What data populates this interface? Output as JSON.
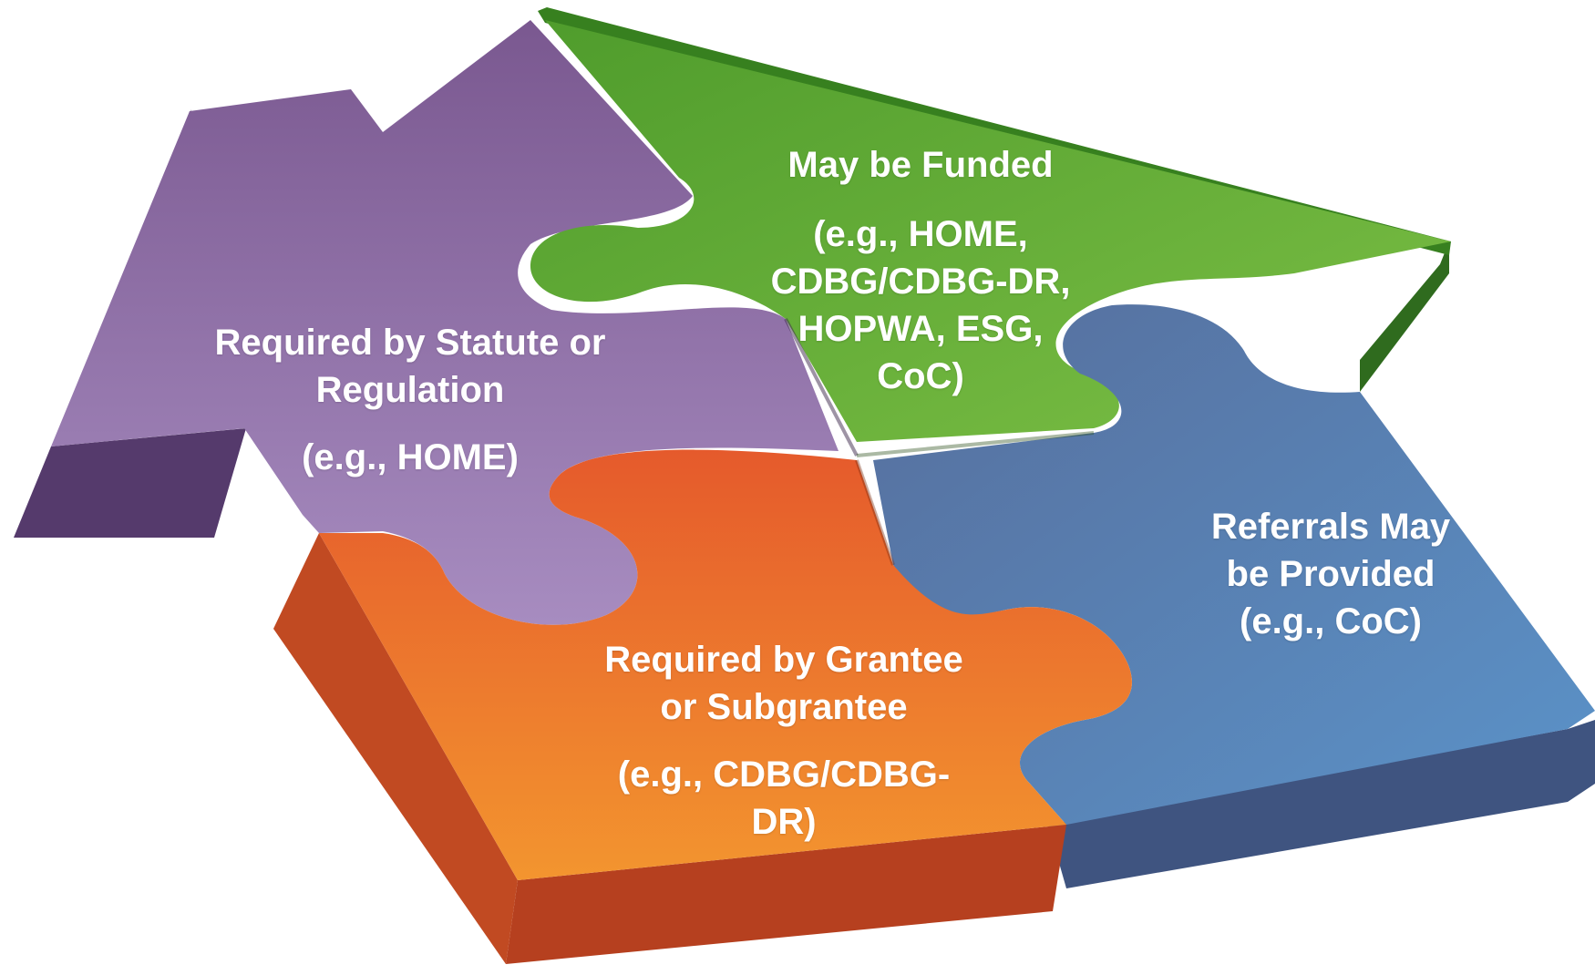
{
  "colors": {
    "purple": "#8a6aa6",
    "green": "#5aaa35",
    "orange": "#e8702f",
    "blue": "#5a7fb4",
    "text": "#ffffff"
  },
  "pieces": {
    "statute": {
      "heading": "Required by Statute or\nRegulation",
      "example": "(e.g., HOME)"
    },
    "funded": {
      "heading": "May be Funded",
      "example": "(e.g., HOME,\nCDBG/CDBG-DR,\nHOPWA, ESG,\nCoC)"
    },
    "grantee": {
      "heading": "Required by Grantee\nor Subgrantee",
      "example": "(e.g., CDBG/CDBG-\nDR)"
    },
    "referrals": {
      "heading": "Referrals  May\nbe Provided",
      "example": "(e.g., CoC)"
    }
  }
}
